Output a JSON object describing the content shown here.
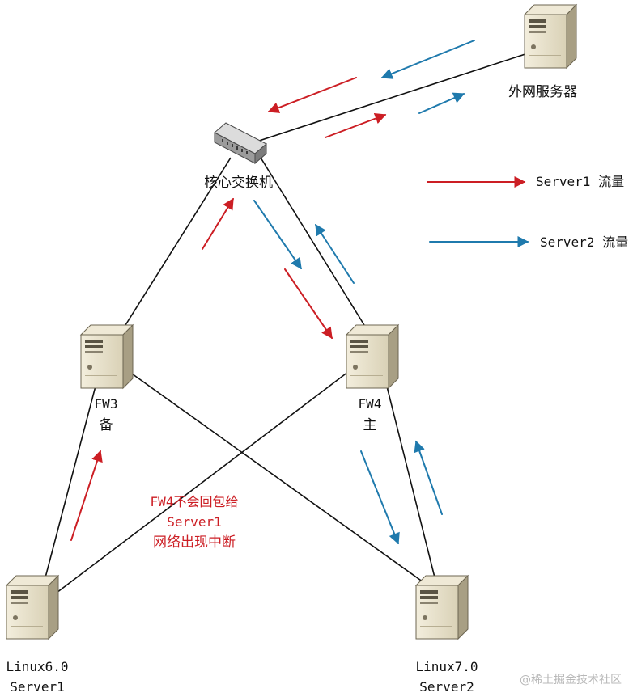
{
  "colors": {
    "red": "#cc1e24",
    "blue": "#1f7aad",
    "line": "#111111",
    "server_body": "#e6dfc9",
    "server_side": "#a89f84"
  },
  "nodes": {
    "internet_server": {
      "label": "外网服务器",
      "icon": "server-icon"
    },
    "core_switch": {
      "label": "核心交换机",
      "icon": "switch-icon"
    },
    "fw3": {
      "label": "FW3",
      "role": "备",
      "icon": "server-icon"
    },
    "fw4": {
      "label": "FW4",
      "role": "主",
      "icon": "server-icon"
    },
    "server1": {
      "os": "Linux6.0",
      "label": "Server1",
      "icon": "server-icon"
    },
    "server2": {
      "os": "Linux7.0",
      "label": "Server2",
      "icon": "server-icon"
    }
  },
  "legend": {
    "server1": {
      "text": "Server1 流量",
      "color": "#cc1e24"
    },
    "server2": {
      "text": "Server2 流量",
      "color": "#1f7aad"
    }
  },
  "annotation": {
    "line1": "FW4不会回包给",
    "line2": "Server1",
    "line3": "网络出现中断"
  },
  "watermark": "@稀土掘金技术社区"
}
